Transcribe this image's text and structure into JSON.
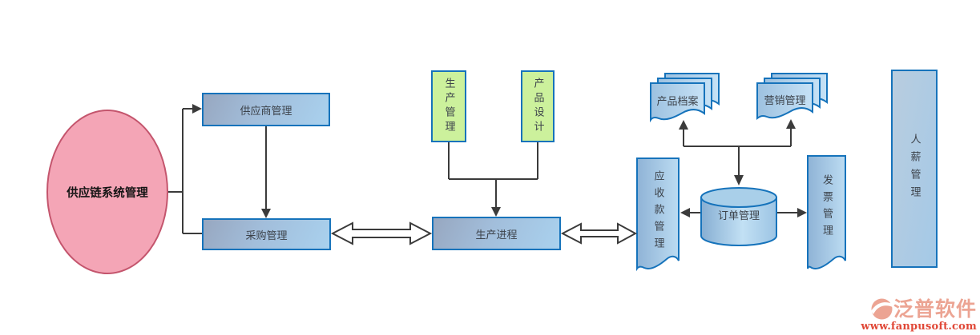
{
  "diagram": {
    "nodes": {
      "supply_chain": "供应链系统管理",
      "supplier": "供应商管理",
      "procurement": "采购管理",
      "production_mgmt": "生产管理",
      "product_design": "产品设计",
      "production_process": "生产进程",
      "receivables": "应收款管理",
      "product_archive": "产品档案",
      "marketing": "营销管理",
      "order": "订单管理",
      "invoice": "发票管理",
      "hr_payroll": "人薪管理"
    },
    "edges": [
      {
        "from": "supply_chain",
        "to": "supplier",
        "style": "arrow"
      },
      {
        "from": "supply_chain",
        "to": "procurement",
        "style": "line"
      },
      {
        "from": "supplier",
        "to": "procurement",
        "style": "arrow"
      },
      {
        "from": "procurement",
        "to": "production_process",
        "style": "hollow-double-arrow"
      },
      {
        "from": "production_mgmt",
        "to": "production_process",
        "style": "arrow"
      },
      {
        "from": "product_design",
        "to": "production_process",
        "style": "arrow"
      },
      {
        "from": "production_process",
        "to": "receivables",
        "style": "hollow-double-arrow"
      },
      {
        "from": "order",
        "to": "receivables",
        "style": "arrow"
      },
      {
        "from": "order",
        "to": "invoice",
        "style": "arrow"
      },
      {
        "from": "order",
        "to": "product_archive",
        "style": "arrow"
      },
      {
        "from": "order",
        "to": "marketing",
        "style": "arrow"
      }
    ],
    "colors": {
      "ellipse_fill": "#f4a5b6",
      "ellipse_border": "#c4556d",
      "box_border": "#1673bb",
      "box_fill_start": "#97a7c0",
      "box_fill_end": "#a9d1ee",
      "green_fill": "#ccf19c",
      "doc_fill_start": "#8fb3d6",
      "doc_fill_end": "#bcdcf2",
      "connector": "#3b3b3b",
      "text": "#3d434b"
    }
  },
  "watermark": {
    "brand": "泛普软件",
    "url": "www.fanpusoft.com",
    "brand_color": "#eca493",
    "url_color": "#e04837"
  }
}
